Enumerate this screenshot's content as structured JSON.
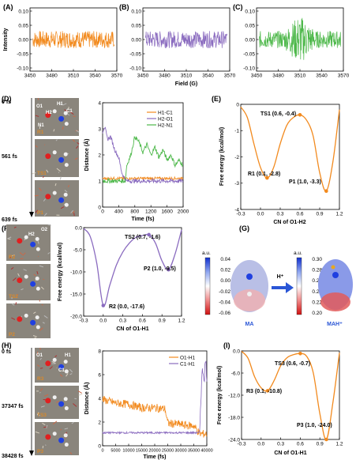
{
  "panel_labels": [
    "(A)",
    "(B)",
    "(C)",
    "(D)",
    "(E)",
    "(F)",
    "(G)",
    "(H)",
    "(I)"
  ],
  "colors": {
    "orange": "#f28a1e",
    "purple": "#8a6bbf",
    "green": "#4db84a",
    "gray": "#888888",
    "arrow_blue": "#2a56d6"
  },
  "epr": {
    "ylabel": "Intensity",
    "xlabel": "Field (G)",
    "xticks": [
      "3450",
      "3480",
      "3510",
      "3540",
      "3570"
    ],
    "yticks": [
      "0.10",
      "0.05",
      "0.00",
      "-0.05",
      "-0.10"
    ]
  },
  "D": {
    "times": [
      "0 fs",
      "561 fs",
      "639 fs"
    ],
    "state_labels": [
      "R1",
      "TS1",
      "P1"
    ],
    "atom_labels": [
      "O1",
      "H2",
      "N1",
      "H1",
      "C1"
    ],
    "ylabel": "Distance (Å)",
    "xlabel": "Time (fs)",
    "xticks": [
      "0",
      "400",
      "800",
      "1200",
      "1600",
      "2000"
    ],
    "yticks": [
      "0",
      "1",
      "2",
      "3",
      "4"
    ],
    "legend": [
      "H1-C1",
      "H2-O1",
      "H2-N1"
    ]
  },
  "E": {
    "ylabel": "Free energy (kcal/mol)",
    "xlabel": "CN of O1-H2",
    "xticks": [
      "-0.3",
      "0.0",
      "0.3",
      "0.6",
      "0.9",
      "1.2"
    ],
    "yticks": [
      "0",
      "-1",
      "-2",
      "-3",
      "-4"
    ],
    "annotations": [
      "TS1 (0.6, -0.4)",
      "R1 (0.1, -2.8)",
      "P1 (1.0, -3.3)"
    ]
  },
  "F": {
    "state_labels": [
      "R2",
      "TS2",
      "P2"
    ],
    "atom_labels": [
      "H2",
      "O2"
    ],
    "ylabel": "Free energy (kcal/mol)",
    "xlabel": "CN of O1-H1",
    "xticks": [
      "-0.3",
      "0.0",
      "0.3",
      "0.6",
      "0.9",
      "1.2"
    ],
    "yticks": [
      "0.0",
      "-5.0",
      "-10.0",
      "-15.0",
      "-20.0"
    ],
    "annotations": [
      "TS2 (0.7, -1.6)",
      "P2 (1.0, -9.5)",
      "R2 (0.0, -17.6)"
    ]
  },
  "G": {
    "left_unit": "a.u.",
    "left_ticks": [
      "0.04",
      "0.02",
      "0.00",
      "-0.02",
      "-0.04",
      "-0.06"
    ],
    "right_unit": "a.u.",
    "right_ticks": [
      "0.30",
      "0.28",
      "0.26",
      "0.24",
      "0.22",
      "0.20"
    ],
    "arrow_label": "H⁺",
    "left_name": "MA",
    "right_name": "MAH⁺"
  },
  "H": {
    "times": [
      "0 fs",
      "37347 fs",
      "38428 fs"
    ],
    "state_labels": [
      "R3",
      "TS3",
      "P3"
    ],
    "atom_labels": [
      "O1",
      "H1",
      "C1"
    ],
    "ylabel": "Distance (Å)",
    "xlabel": "Time (fs)",
    "xticks": [
      "0",
      "5000",
      "10000",
      "15000",
      "20000",
      "25000",
      "30000",
      "35000",
      "40000"
    ],
    "yticks": [
      "0",
      "2",
      "4",
      "6",
      "8"
    ],
    "legend": [
      "O1-H1",
      "C1-H1"
    ]
  },
  "I": {
    "ylabel": "Free energy (kcal/mol)",
    "xlabel": "CN of O1-H1",
    "xticks": [
      "-0.3",
      "0.0",
      "0.3",
      "0.6",
      "0.9",
      "1.2"
    ],
    "yticks": [
      "0.0",
      "-6.0",
      "-12.0",
      "-18.0",
      "-24.0"
    ],
    "annotations": [
      "TS3 (0.6, -0.7)",
      "R3 (0.1, -10.8)",
      "P3 (1.0, -24.0)"
    ]
  },
  "chart_data": [
    {
      "panel": "A",
      "type": "line",
      "x_range": [
        3450,
        3570
      ],
      "ylim": [
        -0.1,
        0.1
      ],
      "series": [
        {
          "color": "#f28a1e",
          "amplitude": 0.03
        }
      ]
    },
    {
      "panel": "B",
      "type": "line",
      "x_range": [
        3450,
        3570
      ],
      "ylim": [
        -0.1,
        0.1
      ],
      "series": [
        {
          "color": "#8a6bbf",
          "amplitude": 0.03
        }
      ]
    },
    {
      "panel": "C",
      "type": "line",
      "x_range": [
        3450,
        3570
      ],
      "ylim": [
        -0.1,
        0.1
      ],
      "series": [
        {
          "color": "#4db84a",
          "amplitude": 0.03,
          "peak_amplitude": 0.08
        }
      ]
    },
    {
      "panel": "D",
      "type": "line",
      "xlim": [
        0,
        2000
      ],
      "ylim": [
        0,
        4
      ],
      "series": [
        {
          "name": "H1-C1",
          "color": "#f28a1e",
          "x": [
            0,
            2000
          ],
          "y": [
            1.1,
            1.1
          ]
        },
        {
          "name": "H2-O1",
          "color": "#8a6bbf",
          "x": [
            0,
            50,
            120,
            200,
            300,
            400,
            480,
            560,
            600,
            2000
          ],
          "y": [
            2.9,
            3.1,
            2.6,
            2.7,
            2.2,
            1.9,
            1.3,
            1.05,
            1.0,
            1.0
          ]
        },
        {
          "name": "H2-N1",
          "color": "#4db84a",
          "x": [
            0,
            560,
            600,
            700,
            800,
            900,
            1000,
            1100,
            1200,
            1300,
            1400,
            1500,
            1600,
            1700,
            1800,
            1900,
            2000
          ],
          "y": [
            1.0,
            1.0,
            1.6,
            2.0,
            2.7,
            2.5,
            2.1,
            2.4,
            2.0,
            2.3,
            1.9,
            2.2,
            1.8,
            2.0,
            1.6,
            1.8,
            1.6
          ]
        }
      ]
    },
    {
      "panel": "E",
      "type": "line",
      "xlim": [
        -0.3,
        1.2
      ],
      "ylim": [
        -4,
        0
      ],
      "x": [
        -0.3,
        -0.2,
        -0.1,
        0.0,
        0.1,
        0.2,
        0.3,
        0.4,
        0.5,
        0.6,
        0.7,
        0.8,
        0.9,
        1.0,
        1.1,
        1.2
      ],
      "y": [
        -0.1,
        -0.5,
        -1.5,
        -2.4,
        -2.8,
        -2.4,
        -1.5,
        -0.8,
        -0.5,
        -0.4,
        -0.6,
        -1.2,
        -2.6,
        -3.3,
        -2.2,
        -0.2
      ]
    },
    {
      "panel": "F",
      "type": "line",
      "xlim": [
        -0.3,
        1.2
      ],
      "ylim": [
        -20,
        0
      ],
      "x": [
        -0.3,
        -0.2,
        -0.1,
        0.0,
        0.1,
        0.2,
        0.3,
        0.4,
        0.5,
        0.6,
        0.7,
        0.8,
        0.9,
        1.0,
        1.1,
        1.2
      ],
      "y": [
        -0.2,
        -2.0,
        -8.0,
        -17.6,
        -13.0,
        -8.5,
        -5.5,
        -3.5,
        -2.2,
        -1.8,
        -1.6,
        -3.5,
        -7.5,
        -9.5,
        -6.0,
        -0.5
      ]
    },
    {
      "panel": "H",
      "type": "line",
      "xlim": [
        0,
        40000
      ],
      "ylim": [
        0,
        8
      ],
      "series": [
        {
          "name": "O1-H1",
          "color": "#f28a1e",
          "x": [
            0,
            5000,
            10000,
            15000,
            20000,
            24000,
            25000,
            30000,
            33000,
            35000,
            37300,
            38000,
            39000,
            40000
          ],
          "y": [
            3.9,
            3.6,
            3.5,
            3.2,
            3.2,
            3.1,
            1.9,
            1.8,
            1.7,
            1.7,
            1.0,
            1.0,
            1.0,
            1.0
          ]
        },
        {
          "name": "C1-H1",
          "color": "#8a6bbf",
          "x": [
            0,
            37300,
            37500,
            38000,
            38500,
            39000,
            39500,
            40000
          ],
          "y": [
            1.1,
            1.1,
            3.0,
            5.5,
            6.5,
            5.8,
            7.2,
            6.0
          ]
        }
      ]
    },
    {
      "panel": "I",
      "type": "line",
      "xlim": [
        -0.3,
        1.2
      ],
      "ylim": [
        -24,
        0
      ],
      "x": [
        -0.3,
        -0.2,
        -0.1,
        0.0,
        0.1,
        0.2,
        0.3,
        0.4,
        0.5,
        0.6,
        0.7,
        0.8,
        0.9,
        1.0,
        1.1,
        1.2
      ],
      "y": [
        -0.1,
        -2.0,
        -7.0,
        -10.0,
        -10.8,
        -8.0,
        -4.0,
        -1.8,
        -1.0,
        -0.7,
        -1.5,
        -6.0,
        -17.0,
        -24.0,
        -14.0,
        -0.5
      ]
    }
  ]
}
